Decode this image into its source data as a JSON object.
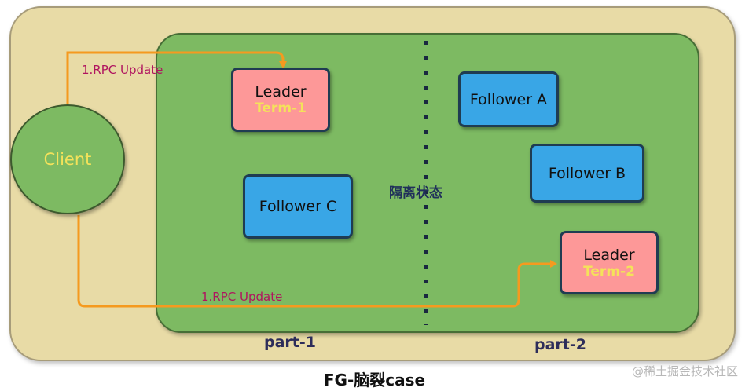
{
  "client": {
    "label": "Client"
  },
  "rpc_top": "1.RPC Update",
  "rpc_bottom": "1.RPC Update",
  "isolation_label": "隔离状态",
  "nodes": {
    "leader1": {
      "label": "Leader",
      "term": "Term-1"
    },
    "follower_c": {
      "label": "Follower C"
    },
    "follower_a": {
      "label": "Follower A"
    },
    "follower_b": {
      "label": "Follower B"
    },
    "leader2": {
      "label": "Leader",
      "term": "Term-2"
    }
  },
  "partitions": {
    "part1": "part-1",
    "part2": "part-2"
  },
  "caption": "FG-脑裂case",
  "watermark": "@稀土掘金技术社区",
  "colors": {
    "outer_bg": "#e8dba6",
    "inner_bg": "#7dba62",
    "leader_bg": "#fd9898",
    "follower_bg": "#39a6e6",
    "arrow": "#f59a1f",
    "term_text": "#f4e25a",
    "rpc_text": "#b0145f"
  }
}
